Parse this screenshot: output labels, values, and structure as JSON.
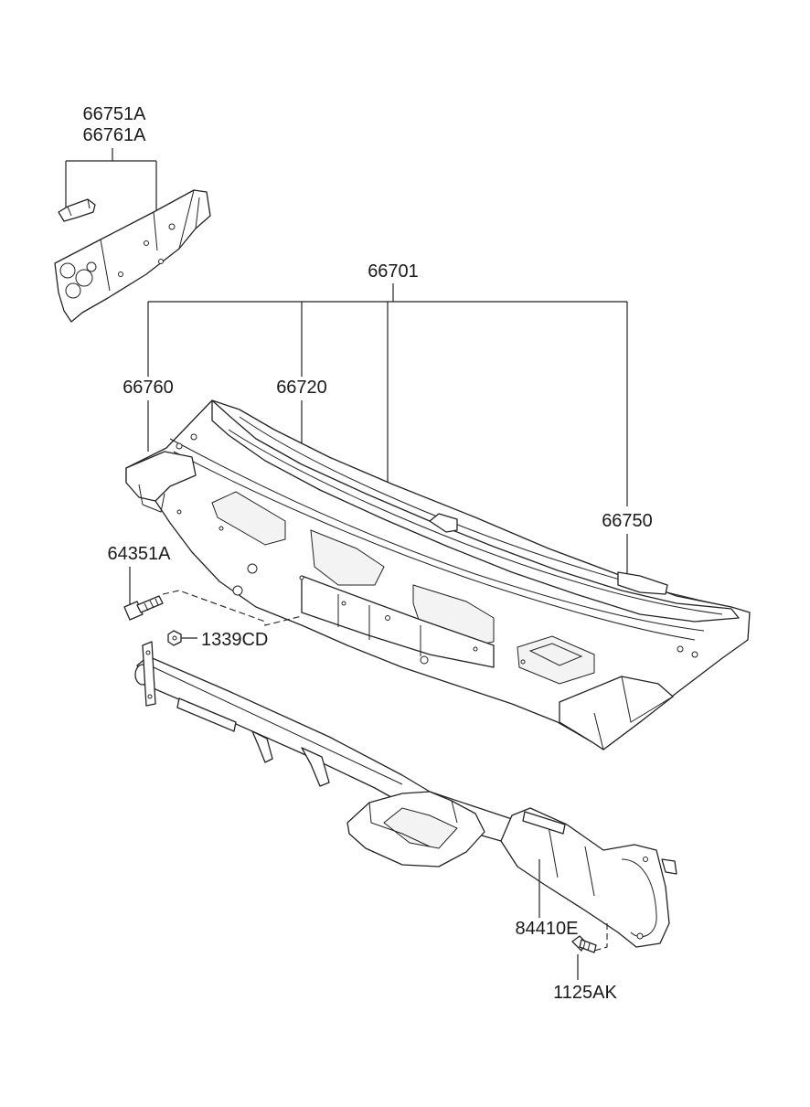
{
  "labels": {
    "upper_left_1": "66751A",
    "upper_left_2": "66761A",
    "assembly": "66701",
    "left_side": "66760",
    "cowl_top": "66720",
    "right_side": "66750",
    "bolt": "64351A",
    "nut": "1339CD",
    "crossbar": "84410E",
    "screw": "1125AK"
  }
}
